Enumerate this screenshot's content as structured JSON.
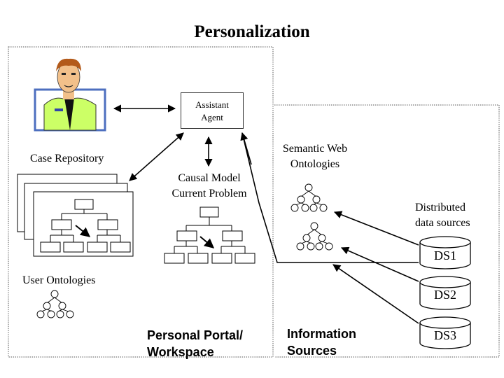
{
  "title": "Personalization",
  "agent": {
    "label_line1": "Assistant",
    "label_line2": "Agent"
  },
  "case_repository": {
    "label": "Case Repository"
  },
  "causal_model": {
    "line1": "Causal Model",
    "line2": "Current Problem"
  },
  "semantic_web": {
    "line1": "Semantic Web",
    "line2": "Ontologies"
  },
  "distributed": {
    "line1": "Distributed",
    "line2": "data sources"
  },
  "data_sources": [
    "DS1",
    "DS2",
    "DS3"
  ],
  "user_ontologies": {
    "label": "User Ontologies"
  },
  "personal_portal": {
    "line1": "Personal Portal/",
    "line2": "Workspace"
  },
  "information_sources": {
    "line1": "Information",
    "line2": "Sources"
  },
  "colors": {
    "figure_green": "#ccff66",
    "figure_frame": "#4d6fbf",
    "ds_border": "#000000"
  },
  "icons": [
    "person-figure-icon",
    "tree-icon",
    "cylinder-icon"
  ]
}
